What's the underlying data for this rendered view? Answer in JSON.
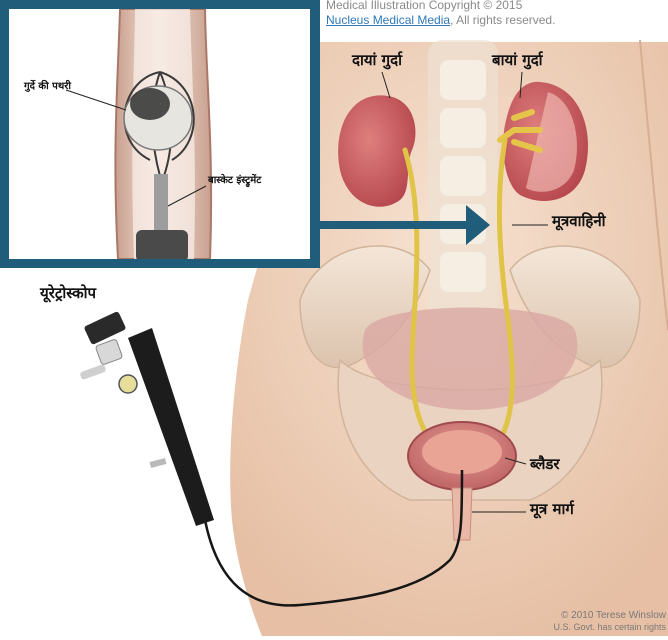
{
  "copyright": {
    "line1": "Medical Illustration Copyright © 2015",
    "link_text": "Nucleus Medical Media",
    "line2_suffix": ", All rights reserved."
  },
  "labels": {
    "right_kidney": "दायां गुर्दा",
    "left_kidney": "बायां गुर्दा",
    "ureter": "मूत्रवाहिनी",
    "ureteroscope": "यूरेट्रोस्कोप",
    "bladder": "ब्लैडर",
    "urethra": "मूत्र मार्ग"
  },
  "inset": {
    "stone_label": "गुर्दे की पथरी",
    "basket_label": "बास्केट इंस्ट्रुमेंट",
    "border_color": "#1f5d7a"
  },
  "credit": {
    "line1": "© 2010 Terese Winslow",
    "line2": "U.S. Govt. has certain rights"
  },
  "colors": {
    "skin": "#f1d6c0",
    "kidney": "#c9585a",
    "ureter": "#e0c447",
    "bladder": "#c66a6a",
    "arrow": "#1f5d7a",
    "scope": "#161616"
  }
}
